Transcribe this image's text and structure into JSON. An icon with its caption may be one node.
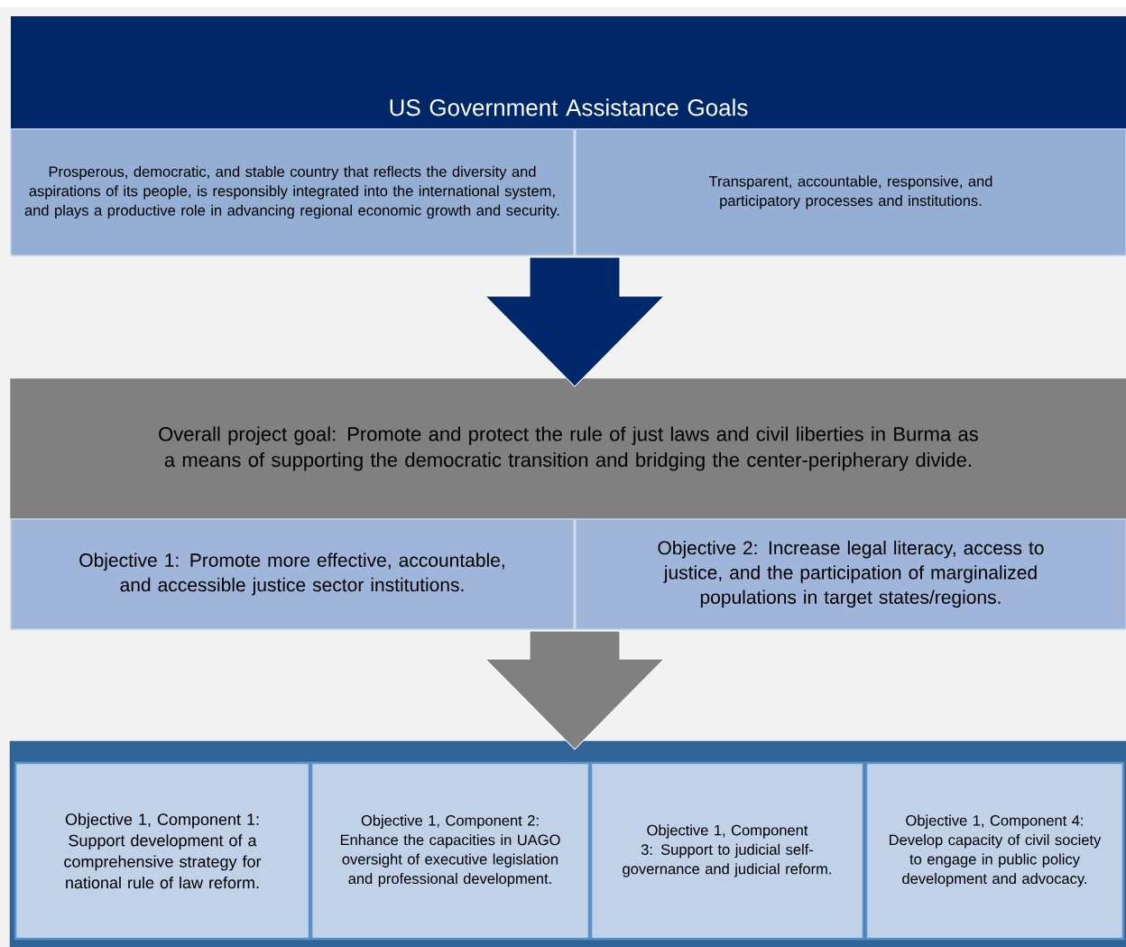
{
  "diagram": {
    "nodes": [
      {
        "text": [
          "US Government Assistance Goals"
        ]
      },
      {
        "text": [
          "Prosperous, democratic, and stable country that reflects the diversity and aspirations of its people, is responsibly integrated into the international system, and plays a productive role in advancing regional economic growth and security."
        ]
      },
      {
        "text": [
          "Transparent, accountable, responsive, and participatory processes and institutions."
        ]
      },
      {
        "text": [
          "Overall project goal: Promote and protect the rule of just laws and civil liberties in Burma as a means of supporting the democratic transition and bridging the center-peripherary divide."
        ]
      },
      {
        "text": [
          "Objective 1: Promote more effective, accountable, and accessible justice sector institutions."
        ]
      },
      {
        "text": [
          "Objective 2: Increase legal literacy, access to justice, and the participation of marginalized populations in target states/regions."
        ]
      },
      {
        "text": [],
        "shape": "box"
      },
      {
        "text": [
          "Objective 1, Component 1: Support development of a comprehensive strategy for national rule of law reform."
        ],
        "in": 6
      },
      {
        "text": [
          "Objective 1, Component 2: Enhance the capacities in UAGO oversight of executive legislation and professional development."
        ],
        "in": 6
      },
      {
        "text": [
          "Objective 1, Component 3: Support to judicial self-governance and judicial reform."
        ],
        "in": 6
      },
      {
        "text": [
          "Objective 1, Component 4: Develop capacity of civil society to engage in public policy development and advocacy."
        ],
        "in": 6
      }
    ],
    "edges": [
      {
        "from": 1,
        "to": 3,
        "arrow": "to",
        "color": "#00286b"
      },
      {
        "from": 2,
        "to": 3,
        "arrow": "to",
        "color": "#00286b"
      },
      {
        "from": 4,
        "to": 6,
        "arrow": "to",
        "color": "#808080"
      },
      {
        "from": 5,
        "to": 6,
        "arrow": "to",
        "color": "#808080"
      }
    ]
  }
}
